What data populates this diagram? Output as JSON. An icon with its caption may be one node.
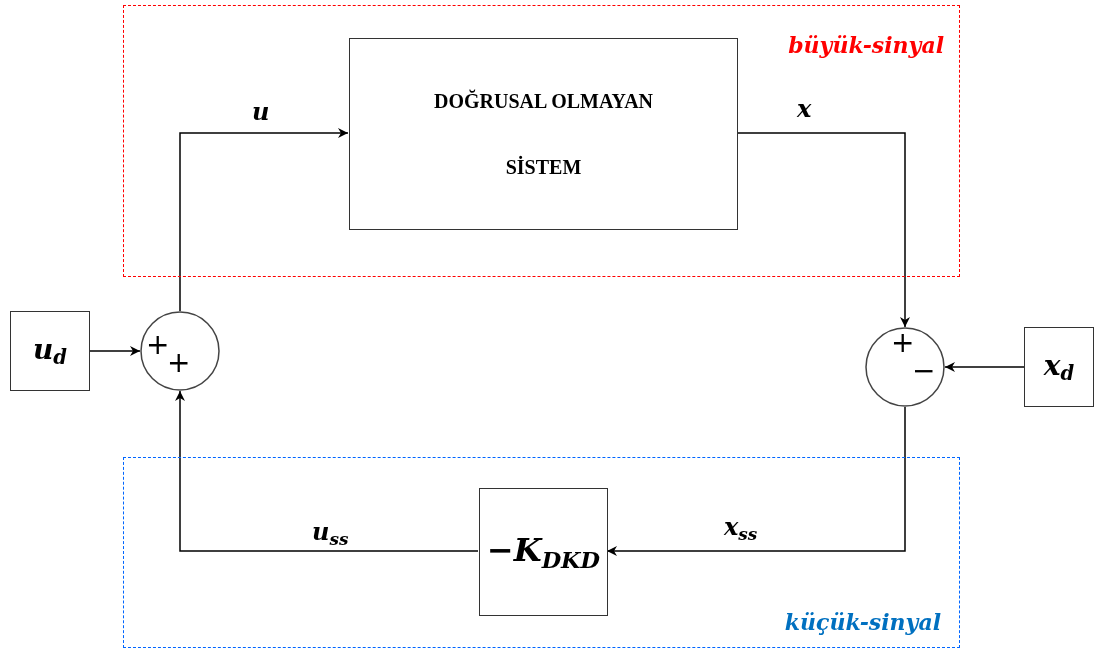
{
  "diagram": {
    "nodes": [
      {
        "text": [
          "büyük-sinyal"
        ]
      },
      {
        "text": [
          "DOĞRUSAL OLMAYAN SİSTEM"
        ],
        "in": 0
      },
      {
        "text": [
          "küçük-sinyal"
        ]
      },
      {
        "text": [
          "−K$_{DKD}$"
        ],
        "in": 2
      },
      {
        "text": [
          "u$_{d}$"
        ]
      },
      {
        "text": [
          "x$_{d}$"
        ]
      },
      {
        "text": [
          "+",
          "+"
        ]
      },
      {
        "text": [
          "+",
          "−"
        ]
      }
    ],
    "edges": [
      {
        "from": 4,
        "to": 6,
        "arrow": "to"
      },
      {
        "from": 6,
        "to": 1,
        "arrow": "to",
        "label": "u"
      },
      {
        "from": 1,
        "to": 7,
        "arrow": "to",
        "label": "x"
      },
      {
        "from": 5,
        "to": 7,
        "arrow": "to"
      },
      {
        "from": 7,
        "to": 3,
        "arrow": "to",
        "label": "x$_{ss}$"
      },
      {
        "from": 3,
        "to": 6,
        "arrow": "to",
        "label": "u$_{ss}$"
      }
    ]
  }
}
